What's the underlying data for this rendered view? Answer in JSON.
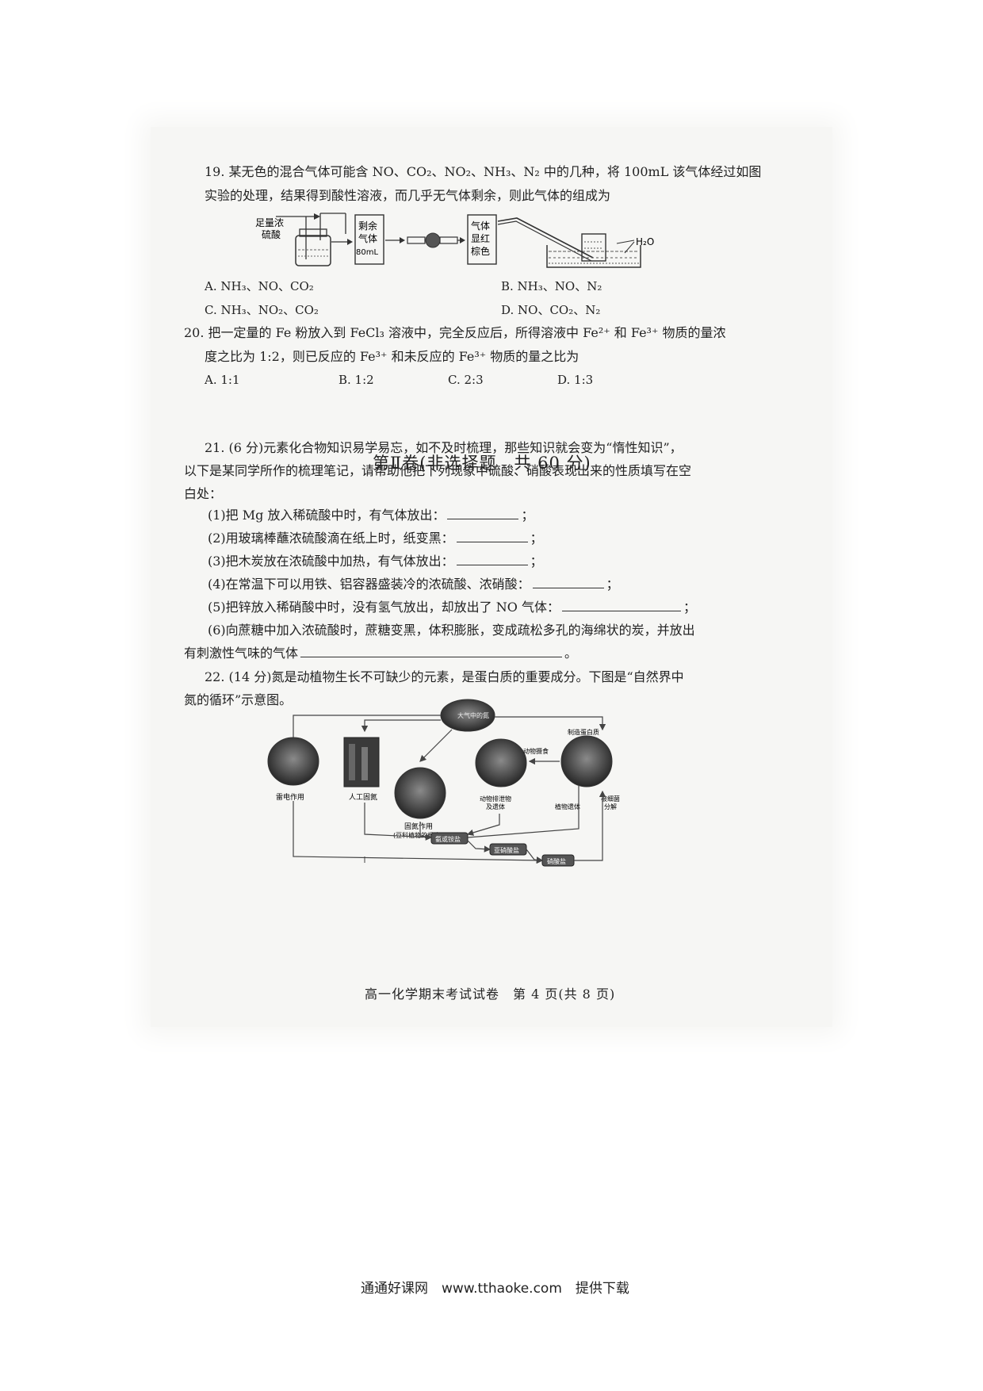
{
  "q19": {
    "line1": "19. 某无色的混合气体可能含 NO、CO₂、NO₂、NH₃、N₂ 中的几种，将 100mL 该气体经过如图",
    "line2": "实验的处理，结果得到酸性溶液，而几乎无气体剩余，则此气体的组成为",
    "apparatus": {
      "acid_label_1": "足量浓",
      "acid_label_2": "硫酸",
      "box1_l1": "剩余",
      "box1_l2": "气体",
      "box1_l3": "80mL",
      "box2_l1": "气体",
      "box2_l2": "显红",
      "box2_l3": "棕色",
      "water": "H₂O"
    },
    "options": {
      "a": "A. NH₃、NO、CO₂",
      "b": "B. NH₃、NO、N₂",
      "c": "C. NH₃、NO₂、CO₂",
      "d": "D. NO、CO₂、N₂"
    }
  },
  "q20": {
    "line1": "20. 把一定量的 Fe 粉放入到 FeCl₃ 溶液中，完全反应后，所得溶液中 Fe²⁺ 和 Fe³⁺ 物质的量浓",
    "line2": "度之比为 1:2，则已反应的 Fe³⁺ 和未反应的 Fe³⁺ 物质的量之比为",
    "options": {
      "a": "A. 1:1",
      "b": "B. 1:2",
      "c": "C. 2:3",
      "d": "D. 1:3"
    }
  },
  "section_title": "第Ⅱ卷(非选择题　共 60 分)",
  "q21": {
    "line1": "21. (6 分)元素化合物知识易学易忘，如不及时梳理，那些知识就会变为“惰性知识”，",
    "line2": "以下是某同学所作的梳理笔记，请帮助他把下列现象中硫酸、硝酸表现出来的性质填写在空",
    "line3": "白处：",
    "items": [
      {
        "text": "(1)把 Mg 放入稀硫酸中时，有气体放出：",
        "end": "；"
      },
      {
        "text": "(2)用玻璃棒蘸浓硫酸滴在纸上时，纸变黑：",
        "end": "；"
      },
      {
        "text": "(3)把木炭放在浓硫酸中加热，有气体放出：",
        "end": "；"
      },
      {
        "text": "(4)在常温下可以用铁、铝容器盛装冷的浓硫酸、浓硝酸：",
        "end": "；"
      },
      {
        "text": "(5)把锌放入稀硝酸中时，没有氢气放出，却放出了 NO 气体：",
        "end": "；"
      }
    ],
    "item6_line1": "(6)向蔗糖中加入浓硫酸时，蔗糖变黑，体积膨胀，变成疏松多孔的海绵状的炭，并放出",
    "item6_line2": "有刺激性气味的气体",
    "item6_end": "。"
  },
  "q22": {
    "line1": "22. (14 分)氮是动植物生长不可缺少的元素，是蛋白质的重要成分。下图是“自然界中",
    "line2": "氮的循环”示意图。",
    "cycle": {
      "top": "大气中的氮",
      "lightning": "雷电作用",
      "artificial": "人工固氮",
      "fixation_1": "固氮作用",
      "fixation_2": "(豆科植物的根瘤)",
      "animal_waste_1": "动物排泄物",
      "animal_waste_2": "及遗体",
      "animal_eat": "动物摄食",
      "protein": "制造蛋白质",
      "plant_remains": "植物遗体",
      "bacteria_1": "被细菌",
      "bacteria_2": "分解",
      "ammonium": "氨或铵盐",
      "nitrite": "亚硝酸盐",
      "nitrate": "硝酸盐"
    }
  },
  "footer": "高一化学期末考试试卷　第 4 页(共 8 页)",
  "credit": "通通好课网　www.tthaoke.com　提供下载"
}
